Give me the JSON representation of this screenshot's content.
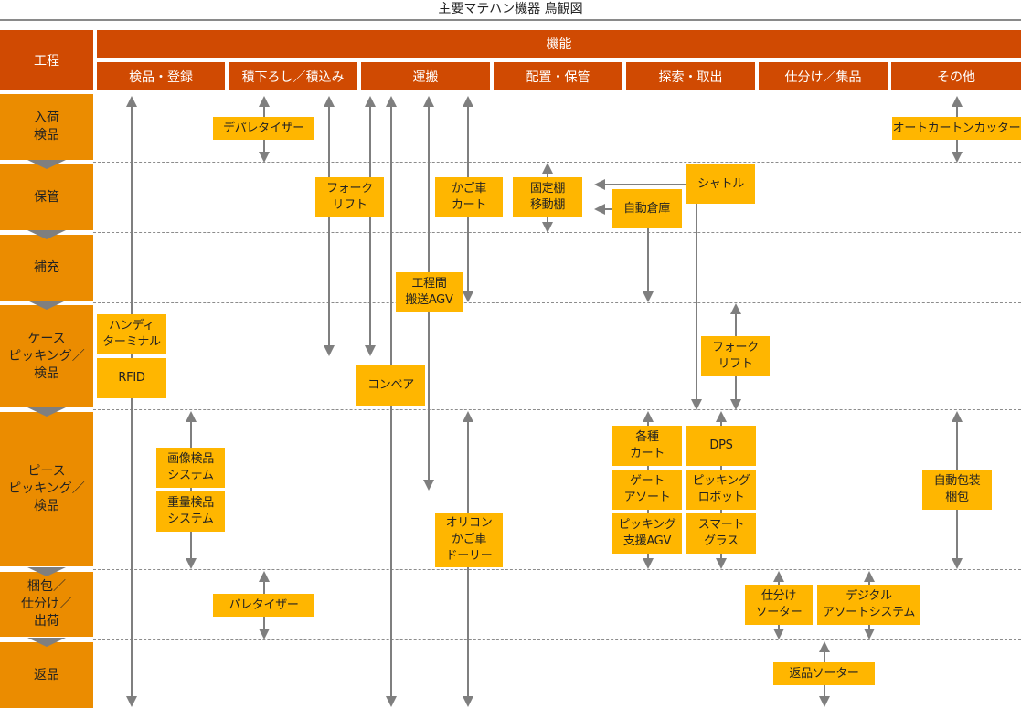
{
  "title": "主要マテハン機器 鳥観図",
  "header": {
    "process_label": "工程",
    "function_label": "機能",
    "columns": [
      "検品・登録",
      "積下ろし／積込み",
      "運搬",
      "配置・保管",
      "探索・取出",
      "仕分け／集品",
      "その他"
    ]
  },
  "rows": [
    "入荷\n検品",
    "保管",
    "補充",
    "ケース\nピッキング／\n検品",
    "ピース\nピッキング／\n検品",
    "梱包／\n仕分け／\n出荷",
    "返品"
  ],
  "equipment": {
    "depalletizer": "デパレタイザー",
    "auto_carton_cutter": "オートカートンカッター",
    "forklift_1": "フォーク\nリフト",
    "cage_cart": "かご車\nカート",
    "fixed_mobile_rack": "固定棚\n移動棚",
    "shuttle": "シャトル",
    "auto_warehouse": "自動倉庫",
    "interprocess_agv": "工程間\n搬送AGV",
    "handy_terminal": "ハンディ\nターミナル",
    "rfid": "RFID",
    "conveyor": "コンベア",
    "forklift_2": "フォーク\nリフト",
    "image_inspection": "画像検品\nシステム",
    "weight_inspection": "重量検品\nシステム",
    "oricon_dolly": "オリコン\nかご車\nドーリー",
    "various_carts": "各種\nカート",
    "dps": "DPS",
    "gate_assort": "ゲート\nアソート",
    "picking_robot": "ピッキング\nロボット",
    "picking_agv": "ピッキング\n支援AGV",
    "smart_glass": "スマート\nグラス",
    "auto_packaging": "自動包装\n梱包",
    "palletizer": "パレタイザー",
    "sorting_sorter": "仕分け\nソーター",
    "digital_assort": "デジタル\nアソートシステム",
    "return_sorter": "返品ソーター"
  },
  "colors": {
    "header": "#d04a02",
    "process": "#eb8c00",
    "equipment": "#ffb600",
    "arrow": "#7f7f7f"
  }
}
